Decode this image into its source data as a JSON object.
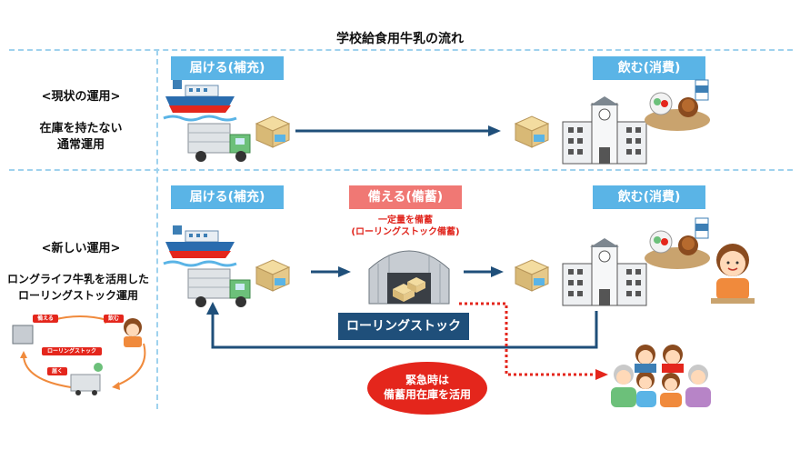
{
  "title": "学校給食用牛乳の流れ",
  "current": {
    "heading": "<現状の運用>",
    "desc_line1": "在庫を持たない",
    "desc_line2": "通常運用",
    "deliver_tag": "届ける(補充)",
    "consume_tag": "飲む(消費)"
  },
  "new": {
    "heading": "<新しい運用>",
    "desc_line1": "ロングライフ牛乳を活用した",
    "desc_line2": "ローリングストック運用",
    "deliver_tag": "届ける(補充)",
    "stock_tag": "備える(備蓄)",
    "consume_tag": "飲む(消費)",
    "stock_note_line1": "一定量を備蓄",
    "stock_note_line2": "(ローリングストック備蓄)",
    "rolling_stock_label": "ローリングストック",
    "emergency_line1": "緊急時は",
    "emergency_line2": "備蓄用在庫を活用"
  },
  "mini_cycle": {
    "prepare": "備える",
    "drink": "飲む",
    "center": "ローリングストック",
    "deliver": "届く"
  },
  "colors": {
    "tag_blue": "#5ab4e6",
    "tag_red": "#f07874",
    "arrow_navy": "#1f4f7a",
    "emergency_red": "#e4261c",
    "divider": "#9fd2ee"
  }
}
